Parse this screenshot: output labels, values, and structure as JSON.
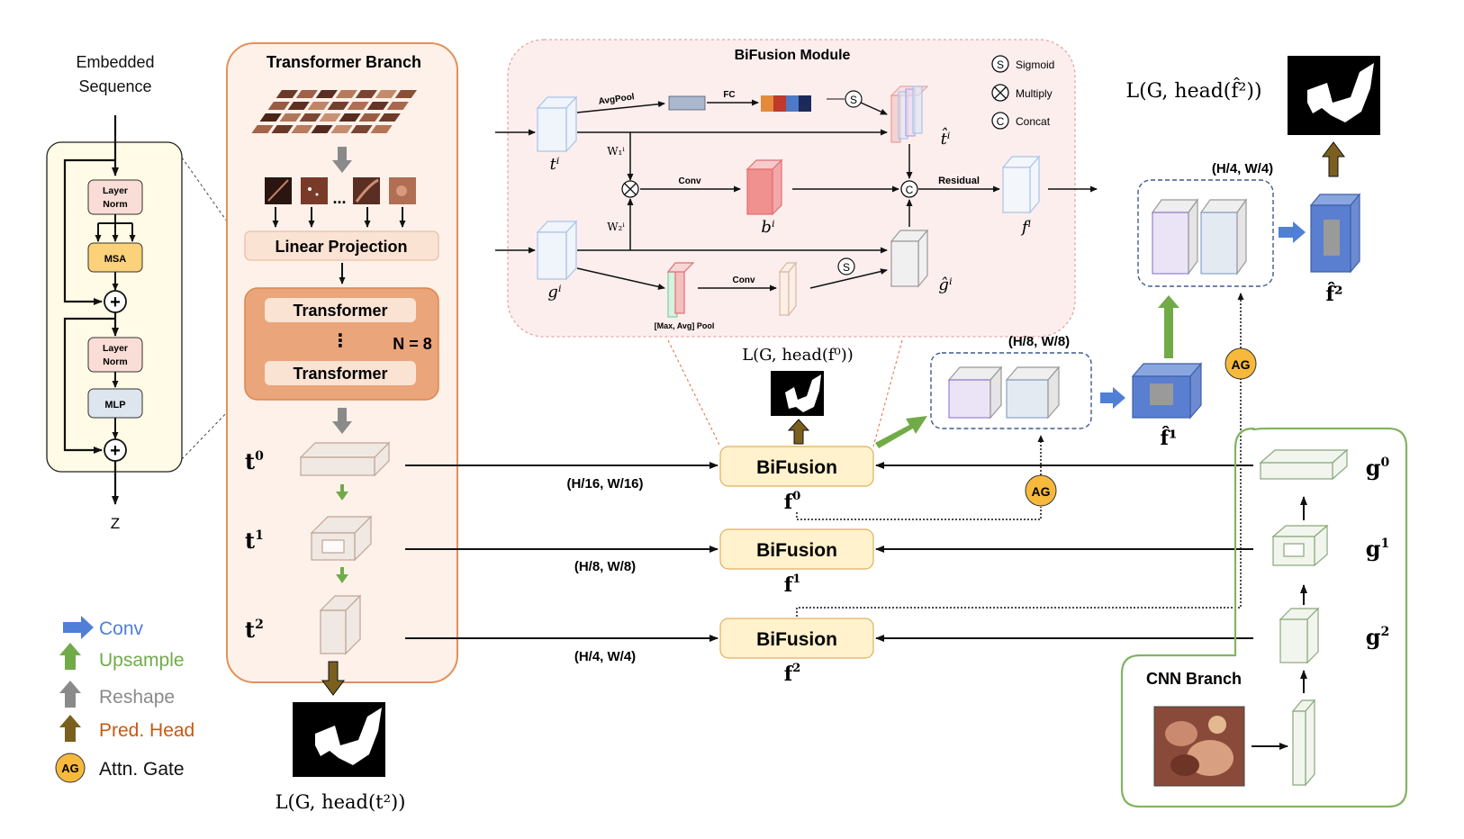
{
  "embedded": {
    "line1": "Embedded",
    "line2": "Sequence",
    "output": "Z"
  },
  "encoder_block": {
    "layer_norm_1": [
      "Layer",
      "Norm"
    ],
    "msa": "MSA",
    "layer_norm_2": [
      "Layer",
      "Norm"
    ],
    "mlp": "MLP"
  },
  "transformer_branch": {
    "title": "Transformer Branch",
    "ellipsis": "...",
    "linear_projection": "Linear Projection",
    "transformer_top": "Transformer",
    "vdots": "⋮",
    "transformer_bottom": "Transformer",
    "n_label": "N = 8",
    "t0": "t",
    "t0_sup": "0",
    "t1": "t",
    "t1_sup": "1",
    "t2": "t",
    "t2_sup": "2",
    "loss_t2": "L(G, head(t²))"
  },
  "bifusion_module": {
    "title": "BiFusion Module",
    "legend_sigmoid": "Sigmoid",
    "legend_multiply": "Multiply",
    "legend_concat": "Concat",
    "avgpool": "AvgPool",
    "fc": "FC",
    "w1": "W₁ⁱ",
    "w2": "W₂ⁱ",
    "conv1": "Conv",
    "conv2": "Conv",
    "pool": "[Max, Avg] Pool",
    "residual": "Residual",
    "ti": "tⁱ",
    "gi": "gⁱ",
    "bi": "bⁱ",
    "fi": "fⁱ",
    "t_hat": "t̂ⁱ",
    "g_hat": "ĝⁱ"
  },
  "fusion_nodes": [
    {
      "label": "BiFusion",
      "f": "f",
      "sup": "0",
      "scale": "(H/16, W/16)"
    },
    {
      "label": "BiFusion",
      "f": "f",
      "sup": "1",
      "scale": "(H/8, W/8)"
    },
    {
      "label": "BiFusion",
      "f": "f",
      "sup": "2",
      "scale": "(H/4, W/4)"
    }
  ],
  "loss_f0": "L(G, head(f⁰))",
  "loss_f2": "L(G, head(f̂²))",
  "scale_h8": "(H/8, W/8)",
  "scale_h4": "(H/4, W/4)",
  "f_hat1": "f̂¹",
  "f_hat2": "f̂²",
  "ag": "AG",
  "cnn_branch": {
    "title": "CNN Branch",
    "g0": "g",
    "g0_sup": "0",
    "g1": "g",
    "g1_sup": "1",
    "g2": "g",
    "g2_sup": "2"
  },
  "legend": [
    {
      "label": "Conv",
      "color": "#4f7fd6",
      "icon": "conv-arrow-icon"
    },
    {
      "label": "Upsample",
      "color": "#71ab48",
      "icon": "upsample-arrow-icon"
    },
    {
      "label": "Reshape",
      "color": "#8a8a8a",
      "icon": "reshape-arrow-icon"
    },
    {
      "label": "Pred. Head",
      "color": "#c55a11",
      "icon": "pred-head-arrow-icon"
    },
    {
      "label": "Attn. Gate",
      "color": "#000000",
      "icon": "attn-gate-icon"
    }
  ],
  "colors": {
    "transformer_fill": "#fdf1ea",
    "transformer_border": "#e0915a",
    "bifusion_fill": "#fff2cc",
    "cnn_border": "#82b366",
    "module_fill": "#fdeeee",
    "ag_fill": "#f6b93b",
    "encoder_fill": "#fffbe6"
  }
}
